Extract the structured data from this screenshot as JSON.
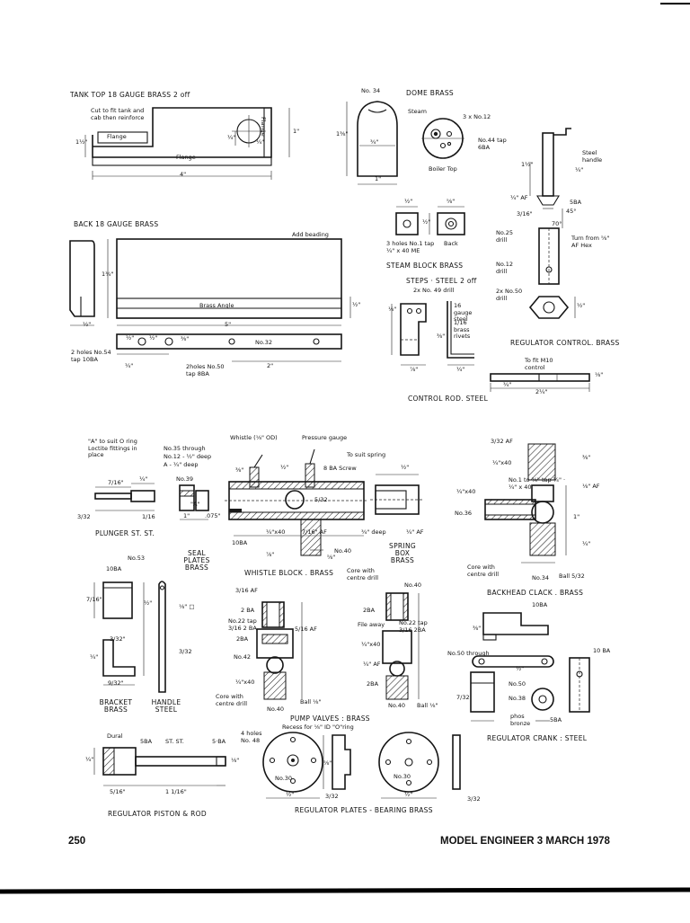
{
  "tank_top": {
    "caption": "TANK TOP 18 GAUGE BRASS 2 off",
    "note": "Cut to fit tank and cab then reinforce",
    "flange_a": "Flange",
    "flange_b": "Flange",
    "flange_c": "Flange",
    "dim_h1": "1½\"",
    "dim_h2": "1\"",
    "dim_q1": "¼\"",
    "dim_q2": "¼\"",
    "dim_len": "4\""
  },
  "dome": {
    "caption": "DOME BRASS",
    "no34": "No. 34",
    "steam": "Steam",
    "holes": "3 x No.12",
    "tap": "No.44 tap 6BA",
    "boiler_top": "Boiler Top",
    "dim_h": "1⅜\"",
    "dim_w": "¾\"",
    "dim_base": "1\""
  },
  "back": {
    "caption": "BACK 18 GAUGE BRASS",
    "beading": "Add beading",
    "angle": "Brass Angle",
    "dim_h": "1¾\"",
    "dim_5": "5\"",
    "dim_half1": "½\"",
    "dim_half2": "½\"",
    "dim_half3": "½\"",
    "dim_38": "⅜\"",
    "no32": "No.32",
    "holes_left": "2 holes No.54 tap 10BA",
    "holes_mid": "2holes No.50 tap 8BA",
    "dim_2": "2\"",
    "dim_q": "¼\"",
    "dim_half4": "½\""
  },
  "steam_block": {
    "caption": "STEAM BLOCK BRASS",
    "holes": "3 holes No.1 tap ¼\" x 40 ME",
    "back": "Back",
    "dim_a": "½\"",
    "dim_b": "⅝\"",
    "dim_c": "½\""
  },
  "steps": {
    "caption": "STEPS · STEEL 2 off",
    "drill": "2x No. 49 drill",
    "gauge": "16 gauge steel",
    "rivets": "1/16 brass rivets",
    "dim_a": "⅛\"",
    "dim_b": "⅜\"",
    "dim_c": "⅞\"",
    "dim_d": "¼\""
  },
  "control_rod": {
    "caption": "CONTROL ROD. STEEL",
    "fit": "To fit M10 control",
    "dim_a": "¾\"",
    "dim_b": "⅛\"",
    "dim_len": "2¼\""
  },
  "regulator_control": {
    "caption": "REGULATOR CONTROL. BRASS",
    "handle": "Steel handle",
    "af": "¼\" AF",
    "ba": "5BA",
    "deg45": "45°",
    "deg70": "70°",
    "no25": "No.25 drill",
    "turn": "Turn from ⅝\" AF Hex",
    "no12": "No.12 drill",
    "no50": "2x No.50 drill",
    "dim_h": "1½\"",
    "dim_q": "¼\"",
    "dim_316": "3/16\"",
    "dim_half": "½\""
  },
  "plunger": {
    "caption": "PLUNGER ST. ST.",
    "note": "\"A\" to suit O ring Loctite fittings in place",
    "dim_a": "7/16\"",
    "dim_b": "¼\"",
    "dim_c": "3/32",
    "dim_d": "1/16"
  },
  "seal_plates": {
    "caption": "SEAL PLATES BRASS",
    "no35": "No.35 through",
    "no12": "No.12 - ½\" deep",
    "adeep": "A - ¼\" deep",
    "no39": "No.39",
    "a": "\"A\"",
    "d1": "1\"",
    "d075": ".075\""
  },
  "whistle_block": {
    "caption": "WHISTLE BLOCK . BRASS",
    "whistle": "Whistle (⅛\" OD)",
    "gauge": "Pressure gauge",
    "ba8": "8 BA Screw",
    "d_a": "⅜\"",
    "d_b": "½\"",
    "ba10": "10BA",
    "x40": "¼\"x40",
    "af": "7/16\" AF",
    "no40": "No.40",
    "d_c": "⅞\"",
    "d_d": "⅝\"",
    "d_e": "5/32"
  },
  "spring_box": {
    "caption": "SPRING BOX BRASS",
    "spring": "To suit spring",
    "deep": "¾\" deep",
    "af": "¼\" AF",
    "d_a": "½\""
  },
  "backhead_clack": {
    "caption": "BACKHEAD CLACK . BRASS",
    "af": "3/32 AF",
    "x40": "¼\"x40",
    "no1": "No.1 to ⅜\" tap ¼\" · ¼\" x 40",
    "af2": "⅛\" AF",
    "x40b": "¼\"x40",
    "no36": "No.36",
    "core": "Core with centre drill",
    "no34": "No.34",
    "ball": "Ball 5/32",
    "d_a": "⅜\"",
    "d_b": "1\"",
    "d_c": "¼\""
  },
  "bracket": {
    "caption": "BRACKET BRASS",
    "no53": "No.53",
    "ba10": "10BA",
    "d_a": "7/16\"",
    "d_b": "¼\"",
    "d_c": "3/32\"",
    "d_d": "9/32\"",
    "d_e": "½\""
  },
  "handle": {
    "caption": "HANDLE STEEL",
    "d_a": "⅛\" □",
    "d_b": "3/32"
  },
  "pump_valves": {
    "caption": "PUMP VALVES : BRASS",
    "af": "3/16 AF",
    "ba2": "2 BA",
    "no22": "No.22 tap 3/16 2 BA",
    "af2": "5/16 AF",
    "ba2b": "2BA",
    "no42": "No.42",
    "x40": "¼\"x40",
    "core": "Core with centre drill",
    "ball": "Ball ⅛\"",
    "no40": "No.40",
    "core2": "Core with centre drill",
    "no40b": "No.40",
    "ba2c": "2BA",
    "file": "File away",
    "no22b": "No.22 tap 3/16 2BA",
    "x40b": "¼\"x40",
    "af3": "¼\" AF",
    "ba2d": "2BA",
    "no40c": "No.40",
    "ball2": "Ball ⅛\""
  },
  "regulator_crank": {
    "caption": "REGULATOR CRANK : STEEL",
    "ba10": "10BA",
    "ba10b": "10 BA",
    "no50": "No.50 through",
    "no50b": "No.50",
    "no38": "No.38",
    "bronze": "phos bronze",
    "ba5": "5BA",
    "d_a": "⅜\"",
    "d_b": "½\"",
    "d_c": "7/32"
  },
  "piston": {
    "caption": "REGULATOR PISTON & ROD",
    "dural": "Dural",
    "ba5": "5BA",
    "stst": "ST. ST.",
    "ba5b": "5·BA",
    "d_a": "¼\"",
    "d_b": "⅛\"",
    "d_c": "5/16\"",
    "d_d": "1 1/16\""
  },
  "regulator_plates": {
    "caption": "REGULATOR PLATES - BEARING BRASS",
    "holes": "4 holes No. 48",
    "recess": "Recess for ⅛\" ID \"O\"ring",
    "no30": "No.30",
    "no30b": "No.30",
    "d_a": "⅝\"",
    "d_b": "½\"",
    "d_c": "3/32",
    "d_d": "½\"",
    "d_e": "3/32"
  },
  "footer": {
    "page_number": "250",
    "publication": "MODEL ENGINEER 3 MARCH 1978"
  }
}
